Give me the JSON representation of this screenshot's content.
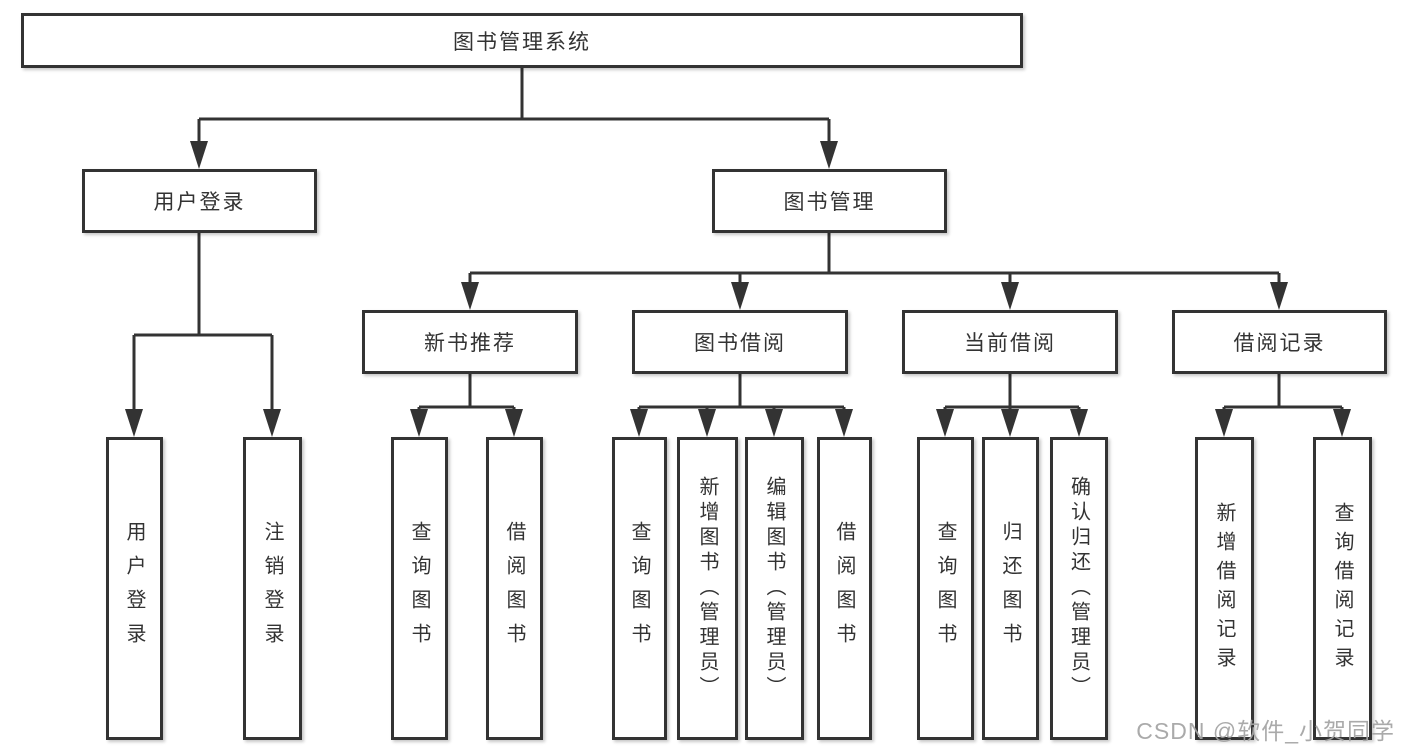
{
  "tree": {
    "label": "图书管理系统",
    "children": [
      {
        "label": "用户登录",
        "children": [
          {
            "label": "用户登录"
          },
          {
            "label": "注销登录"
          }
        ]
      },
      {
        "label": "图书管理",
        "children": [
          {
            "label": "新书推荐",
            "children": [
              {
                "label": "查询图书"
              },
              {
                "label": "借阅图书"
              }
            ]
          },
          {
            "label": "图书借阅",
            "children": [
              {
                "label": "查询图书"
              },
              {
                "label": "新增图书（管理员）"
              },
              {
                "label": "编辑图书（管理员）"
              },
              {
                "label": "借阅图书"
              }
            ]
          },
          {
            "label": "当前借阅",
            "children": [
              {
                "label": "查询图书"
              },
              {
                "label": "归还图书"
              },
              {
                "label": "确认归还（管理员）"
              }
            ]
          },
          {
            "label": "借阅记录",
            "children": [
              {
                "label": "新增借阅记录"
              },
              {
                "label": "查询借阅记录"
              }
            ]
          }
        ]
      }
    ]
  },
  "watermark": {
    "text": "CSDN @软件_小贺同学"
  },
  "colors": {
    "line": "#333333",
    "box_border": "#333333",
    "text": "#333333",
    "watermark": "#a3a3a3",
    "background": "#ffffff"
  }
}
